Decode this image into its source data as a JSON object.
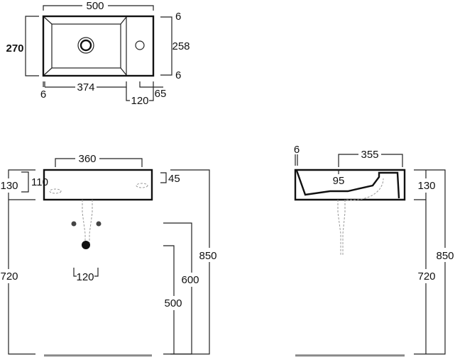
{
  "top_view": {
    "width": "500",
    "depth": "270",
    "inner_depth": "258",
    "rim_top": "6",
    "rim_bottom": "6",
    "rim_left": "6",
    "basin_width": "374",
    "deck_width": "120",
    "tap_offset": "65"
  },
  "front_view": {
    "bracket_spacing": "360",
    "height": "130",
    "inner_height": "110",
    "fixing_height": "45",
    "floor_to_top": "850",
    "floor_to_bottom": "720",
    "waste_height": "600",
    "supply_height": "500",
    "supply_spacing": "120"
  },
  "side_view": {
    "rim": "6",
    "projection": "355",
    "drain_offset": "95",
    "height": "130",
    "floor_to_top": "850",
    "floor_to_bottom": "720"
  }
}
